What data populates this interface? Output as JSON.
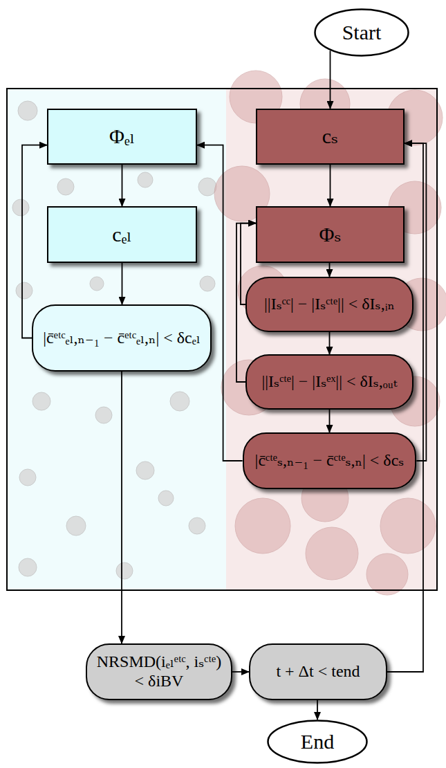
{
  "diagram": {
    "nodes": [
      {
        "text": [
          "Start"
        ]
      },
      {
        "text": [
          "Φₑₗ"
        ]
      },
      {
        "text": [
          "cₑₗ"
        ]
      },
      {
        "text": [
          "|c̄ᵉᵗᶜₑₗ,ₙ₋₁ − c̄ᵉᵗᶜₑₗ,ₙ| < δcₑₗ"
        ]
      },
      {
        "text": [
          "cₛ"
        ]
      },
      {
        "text": [
          "Φₛ"
        ]
      },
      {
        "text": [
          "||Iₛᶜᶜ| − |Iₛᶜᵗᵉ|| < δIₛ,ᵢₙ"
        ]
      },
      {
        "text": [
          "||Iₛᶜᵗᵉ| − |Iₛᵉˣ|| < δIₛ,ₒᵤₜ"
        ]
      },
      {
        "text": [
          "|c̄ᶜᵗᵉₛ,ₙ₋₁ − c̄ᶜᵗᵉₛ,ₙ| < δcₛ"
        ]
      },
      {
        "text": [
          "NRSMD(iₑₗᵉᵗᶜ, iₛᶜᵗᵉ) < δiBV"
        ]
      },
      {
        "text": [
          "t + Δt < tend"
        ]
      },
      {
        "text": [
          "End"
        ]
      }
    ],
    "edges": [
      {
        "from": 0,
        "to": 4,
        "arrow": "to"
      },
      {
        "from": 4,
        "to": 5,
        "arrow": "to"
      },
      {
        "from": 5,
        "to": 6,
        "arrow": "to"
      },
      {
        "from": 6,
        "to": 5,
        "arrow": "to"
      },
      {
        "from": 6,
        "to": 7,
        "arrow": "to"
      },
      {
        "from": 7,
        "to": 5,
        "arrow": "to"
      },
      {
        "from": 7,
        "to": 8,
        "arrow": "to"
      },
      {
        "from": 8,
        "to": 1,
        "arrow": "to"
      },
      {
        "from": 8,
        "to": 4,
        "arrow": "to"
      },
      {
        "from": 1,
        "to": 2,
        "arrow": "to"
      },
      {
        "from": 2,
        "to": 3,
        "arrow": "to"
      },
      {
        "from": 3,
        "to": 1,
        "arrow": "to"
      },
      {
        "from": 3,
        "to": 9,
        "arrow": "to"
      },
      {
        "from": 9,
        "to": 10,
        "arrow": "to"
      },
      {
        "from": 10,
        "to": 4,
        "arrow": "to"
      },
      {
        "from": 10,
        "to": 11,
        "arrow": "to"
      }
    ]
  }
}
